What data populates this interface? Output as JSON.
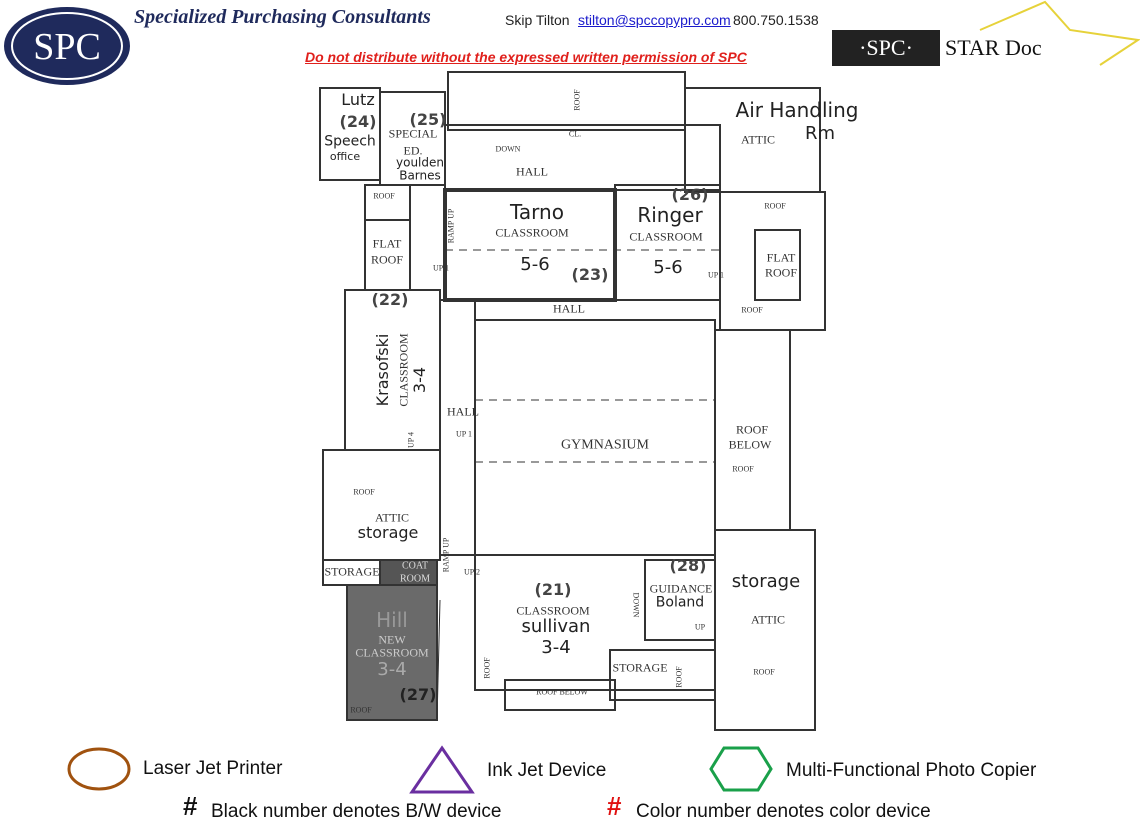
{
  "header": {
    "logo_text": "SPC",
    "company": "Specialized Purchasing Consultants",
    "contact_name": "Skip Tilton",
    "contact_email": "stilton@spccopypro.com",
    "contact_phone": "800.750.1538",
    "warning": "Do not distribute without the expressed written permission of SPC",
    "stardoc_logo": "SPC STAR Doc"
  },
  "plan": {
    "labels": {
      "lutz": "Lutz",
      "n24": "(24)",
      "speech": "Speech",
      "office": "office",
      "special": "SPECIAL",
      "ed": "ED.",
      "youlden": "youlden",
      "barnes": "Barnes",
      "n25": "(25)",
      "roof_top": "ROOF",
      "down": "DOWN",
      "cl": "CL.",
      "hall_top": "HALL",
      "air": "Air Handling",
      "rm": "Rm",
      "attic_top": "ATTIC",
      "roof_attic": "ROOF",
      "tarno": "Tarno",
      "classroom": "CLASSROOM",
      "g56": "5-6",
      "n23": "(23)",
      "ringer": "Ringer",
      "n26": "(26)",
      "up1": "UP 1",
      "ramp_up": "RAMP UP",
      "roof": "ROOF",
      "flat_roof_1": "FLAT",
      "flat_roof_2": "ROOF",
      "hall": "HALL",
      "n22": "(22)",
      "krasofski": "Krasofski",
      "g34": "3-4",
      "up4": "UP 4",
      "gym": "GYMNASIUM",
      "roof_below_1": "ROOF",
      "roof_below_2": "BELOW",
      "attic": "ATTIC",
      "storage_hw": "storage",
      "storage": "STORAGE",
      "coat": "COAT",
      "room": "ROOM",
      "hill": "Hill",
      "new": "NEW",
      "up2": "UP 2",
      "n21": "(21)",
      "sullivan": "sullivan",
      "n28": "(28)",
      "guidance": "GUIDANCE",
      "boland": "Boland",
      "up": "UP",
      "storage_hw2": "storage",
      "roof_below": "ROOF BELOW",
      "n27": "(27)"
    }
  },
  "legend": {
    "laser": "Laser Jet Printer",
    "inkjet": "Ink Jet Device",
    "mfp": "Multi-Functional Photo Copier",
    "hash": "#",
    "bw": "Black number denotes B/W device",
    "color": "Color number denotes color device",
    "colors": {
      "laser": "#a0520f",
      "inkjet": "#6a2fa0",
      "mfp": "#1aa04a",
      "color_hash": "#e01010",
      "brand": "#1f2a5c"
    }
  }
}
